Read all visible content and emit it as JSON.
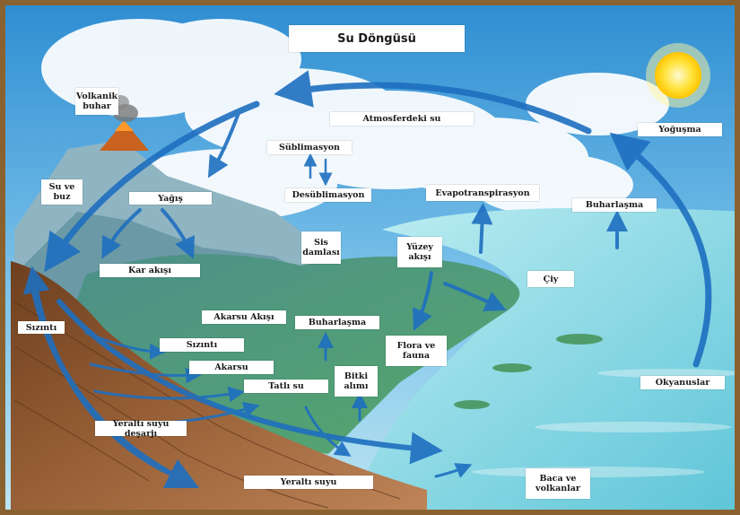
{
  "title": "Su Döngüsü",
  "labels": {
    "volcanic_steam": "Volkanik\nbuhar",
    "atmospheric_water": "Atmosferdeki su",
    "sublimation": "Süblimasyon",
    "desublimation": "Desüblimasyon",
    "condensation": "Yoğuşma",
    "ice_and_snow": "Su ve\nbuz",
    "precipitation": "Yağış",
    "evapotranspiration": "Evapotranspirasyon",
    "evaporation_ocean": "Buharlaşma",
    "fog_drip": "Sis\ndamlası",
    "surface_runoff": "Yüzey\nakışı",
    "snowmelt_runoff": "Kar akışı",
    "dew": "Çiy",
    "seepage_left": "Sızıntı",
    "streamflow": "Akarsu Akışı",
    "evaporation_land": "Buharlaşma",
    "flora_fauna": "Flora ve\nfauna",
    "seepage": "Sızıntı",
    "stream": "Akarsu",
    "plant_uptake": "Bitki\nalımı",
    "freshwater": "Tatlı su",
    "oceans": "Okyanuslar",
    "groundwater_discharge": "Yeraltı suyu deşarjı",
    "groundwater": "Yeraltı suyu",
    "vents_volcanoes": "Baca ve\nvolkanlar"
  },
  "icons": [
    "sun-icon",
    "volcano-icon",
    "cloud-icon",
    "arrow-icon"
  ],
  "colors": {
    "sky": "#3d9bd6",
    "ocean": "#7fd3e0",
    "soil": "#8a5530",
    "grass": "#3f9a5a",
    "arrow": "#1e6fc0",
    "frame": "#8a6230",
    "sun": "#ffe23a"
  }
}
